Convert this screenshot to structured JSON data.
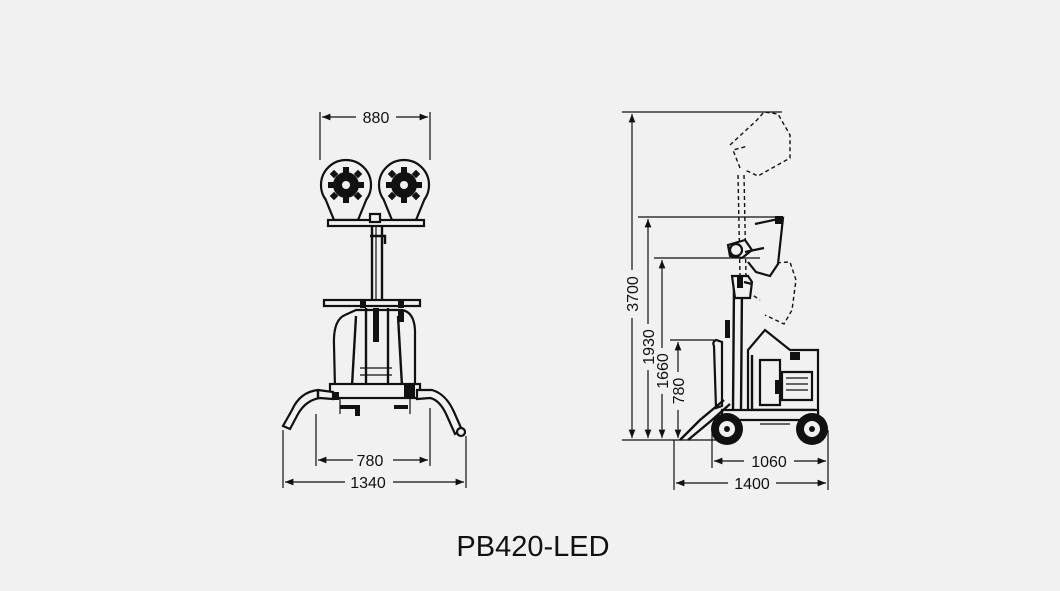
{
  "model": "PB420-LED",
  "front_view": {
    "width_lamps": "880",
    "width_wheels": "780",
    "width_outriggers": "1340"
  },
  "side_view": {
    "height_max": "3700",
    "height_lamp": "1930",
    "height_mast": "1660",
    "height_body": "780",
    "length_wheelbase": "1060",
    "length_total": "1400"
  },
  "colors": {
    "background": "#f1f1f1",
    "line": "#111111"
  }
}
